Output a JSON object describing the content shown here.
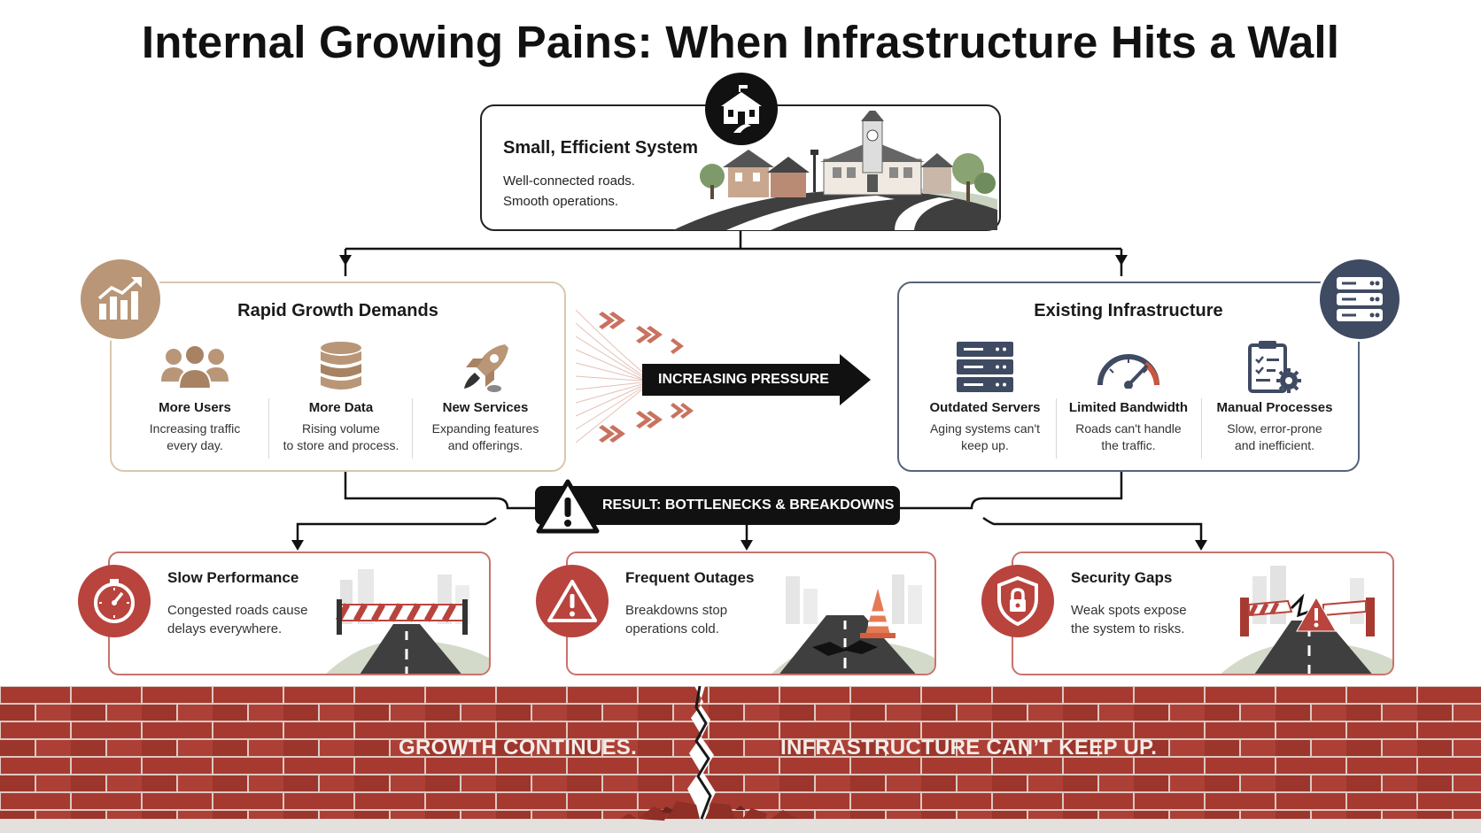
{
  "title": "Internal Growing Pains: When Infrastructure Hits a Wall",
  "top_box": {
    "title": "Small, Efficient System",
    "lines": [
      "Well-connected roads.",
      "Smooth operations."
    ],
    "icon": "town-hall-icon"
  },
  "growth": {
    "title": "Rapid Growth Demands",
    "badge_icon": "growth-chart-icon",
    "items": [
      {
        "title": "More Users",
        "desc1": "Increasing traffic",
        "desc2": "every day.",
        "icon": "users-icon"
      },
      {
        "title": "More Data",
        "desc1": "Rising volume",
        "desc2": "to store and process.",
        "icon": "database-icon"
      },
      {
        "title": "New Services",
        "desc1": "Expanding features",
        "desc2": "and offerings.",
        "icon": "rocket-icon"
      }
    ]
  },
  "pressure": {
    "label": "INCREASING PRESSURE"
  },
  "infrastructure": {
    "title": "Existing Infrastructure",
    "badge_icon": "server-rack-icon",
    "items": [
      {
        "title": "Outdated Servers",
        "desc1": "Aging systems can't",
        "desc2": "keep up.",
        "icon": "server-icon"
      },
      {
        "title": "Limited Bandwidth",
        "desc1": "Roads can't handle",
        "desc2": "the traffic.",
        "icon": "gauge-icon"
      },
      {
        "title": "Manual Processes",
        "desc1": "Slow, error-prone",
        "desc2": "and inefficient.",
        "icon": "clipboard-gear-icon"
      }
    ]
  },
  "result": {
    "label": "RESULT: BOTTLENECKS & BREAKDOWNS",
    "icon": "warning-icon"
  },
  "results": [
    {
      "title": "Slow Performance",
      "desc1": "Congested roads cause",
      "desc2": "delays everywhere.",
      "icon": "stopwatch-icon"
    },
    {
      "title": "Frequent Outages",
      "desc1": "Breakdowns stop",
      "desc2": "operations cold.",
      "icon": "warning-icon"
    },
    {
      "title": "Security Gaps",
      "desc1": "Weak spots expose",
      "desc2": "the system to risks.",
      "icon": "shield-lock-icon"
    }
  ],
  "wall": {
    "left_text": "GROWTH CONTINUES.",
    "right_text": "INFRASTRUCTURE CAN’T KEEP UP."
  },
  "colors": {
    "growth_accent": "#b89677",
    "infra_accent": "#3f4a63",
    "danger": "#b8443d",
    "brick": "#a63a30",
    "ink": "#111111"
  }
}
